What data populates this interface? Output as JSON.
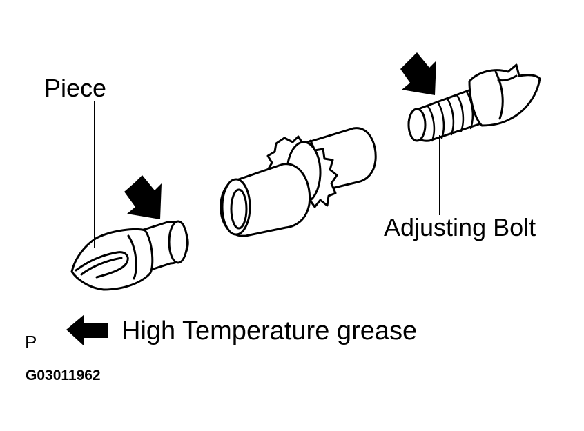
{
  "labels": {
    "piece": "Piece",
    "adjusting_bolt": "Adjusting Bolt",
    "legend_text": "High Temperature grease",
    "legend_symbol": "P",
    "figure_code": "G03011962"
  },
  "colors": {
    "ink": "#000000",
    "paper": "#ffffff"
  }
}
